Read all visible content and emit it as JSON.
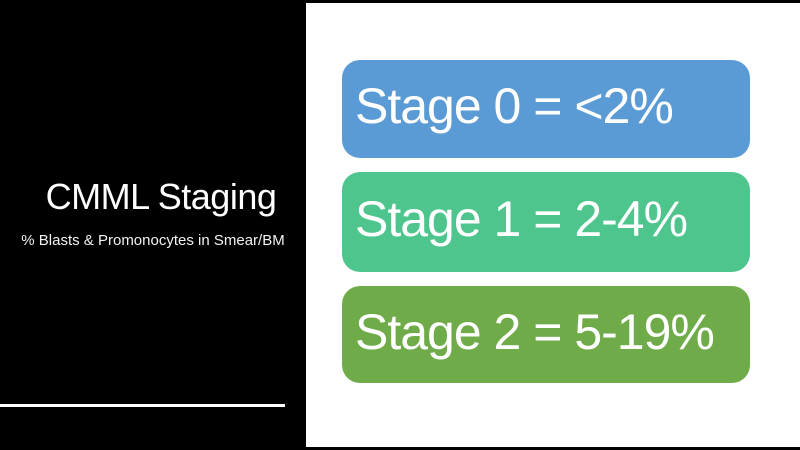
{
  "slide": {
    "left_panel": {
      "title": "CMML Staging",
      "subtitle": "% Blasts & Promonocytes in Smear/BM",
      "background_color": "#000000",
      "text_color": "#FFFFFF",
      "divider_color": "#FFFFFF"
    },
    "stages": [
      {
        "label": "Stage 0 = <2%",
        "color": "#5B9BD5"
      },
      {
        "label": "Stage 1 = 2-4%",
        "color": "#4DC58C"
      },
      {
        "label": "Stage 2 = 5-19%",
        "color": "#6FAC49"
      }
    ],
    "colors": {
      "background": "#FFFFFF",
      "edge_bars": "#000000",
      "stage_text": "#FFFFFF"
    }
  }
}
